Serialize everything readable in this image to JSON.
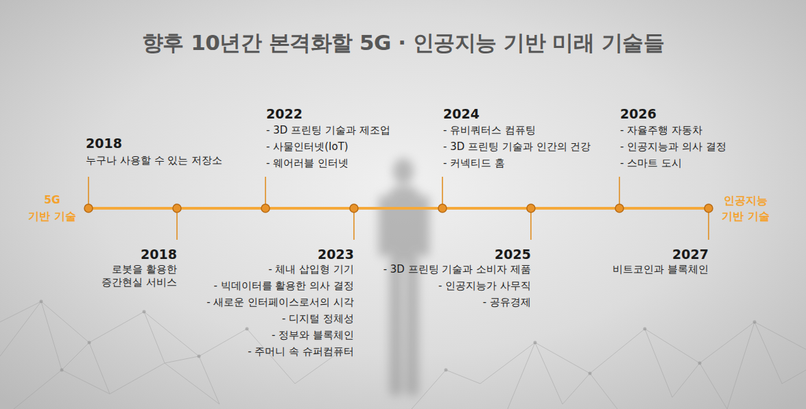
{
  "diagram": {
    "title": "향후 10년간 본격화할 5G · 인공지능 기반 미래 기술들",
    "labels": [
      "5G",
      "기반 기술",
      "인공지능",
      "기반 기술",
      "2018",
      "누구나 사용할 수 있는 저장소",
      "2022",
      "- 3D 프린팅 기술과 제조업",
      "- 사물인터넷(IoT)",
      "- 웨어러블 인터넷",
      "2024",
      "- 유비쿼터스 컴퓨팅",
      "- 3D 프린팅 기술과 인간의 건강",
      "- 커넥티드 홈",
      "2026",
      "- 자율주행 자동차",
      "- 인공지능과 의사 결정",
      "- 스마트 도시",
      "2018",
      "로봇을 활용한 증간현실 서비스",
      "2023",
      "- 체내 삽입형 기기",
      "- 빅데이터를 활용한 의사 결정",
      "- 새로운 인터페이스로서의 시각",
      "- 디지털 정체성",
      "- 정부와 블록체인",
      "- 주머니 속 슈퍼컴퓨터",
      "2025",
      "- 3D 프린팅 기술과 소비자 제품",
      "- 인공지능가 사무직",
      "- 공유경제",
      "2027",
      "비트코인과 블록체인"
    ]
  }
}
